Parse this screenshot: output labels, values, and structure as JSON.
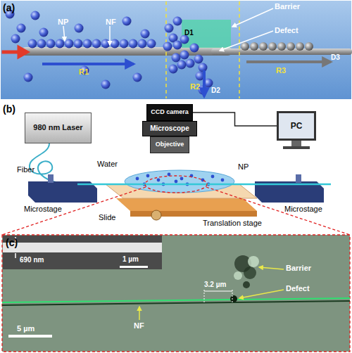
{
  "diagram": {
    "nodes": [
      {
        "text": [
          "980 nm Laser"
        ]
      },
      {
        "text": [
          "CCD camera"
        ]
      },
      {
        "text": [
          "Microscope"
        ]
      },
      {
        "text": [
          "Objective"
        ]
      },
      {
        "text": [
          "PC"
        ]
      }
    ],
    "edges": [
      {
        "from": 1,
        "to": 4,
        "arrow": "none"
      }
    ],
    "labels": [
      "(a)",
      "NP",
      "NF",
      "Barrier",
      "Defect",
      "D1",
      "R1",
      "R2",
      "R3",
      "D2",
      "D3",
      "(b)",
      "Fiber",
      "Water",
      "NP",
      "Microstage",
      "Microstage",
      "Slide",
      "Translation stage",
      "(c)",
      "690 nm",
      "1 µm",
      "Barrier",
      "Defect",
      "3.2 µm",
      "5 µm",
      "NF"
    ]
  }
}
